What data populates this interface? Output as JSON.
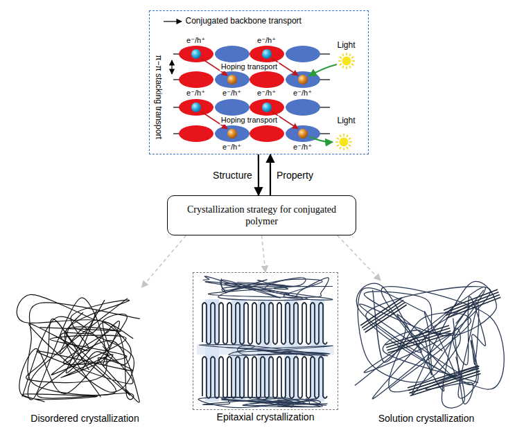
{
  "diagram": {
    "nodes": [
      {
        "text": [
          "Conjugated backbone transport",
          "π−π stacking transport",
          "e⁻/h⁺",
          "e⁻/h⁺",
          "Light",
          "Hoping transport",
          "e⁻/h⁺",
          "e⁻/h⁺",
          "e⁻/h⁺",
          "e⁻/h⁺",
          "Hoping transport",
          "Light",
          "e⁻/h⁺",
          "e⁻/h⁺"
        ]
      },
      {
        "text": [
          "Crystallization strategy for conjugated polymer"
        ]
      },
      {
        "text": [
          "Disordered crystallization"
        ]
      },
      {
        "text": [
          "Epitaxial crystallization"
        ]
      },
      {
        "text": [
          "Solution crystallization"
        ]
      }
    ],
    "edges": [
      {
        "from": 0,
        "to": 1,
        "arrow": "to",
        "label": "Structure"
      },
      {
        "from": 1,
        "to": 0,
        "arrow": "to",
        "label": "Property"
      },
      {
        "from": 1,
        "to": 2,
        "arrow": "to"
      },
      {
        "from": 1,
        "to": 3,
        "arrow": "to"
      },
      {
        "from": 1,
        "to": 4,
        "arrow": "to"
      }
    ]
  }
}
